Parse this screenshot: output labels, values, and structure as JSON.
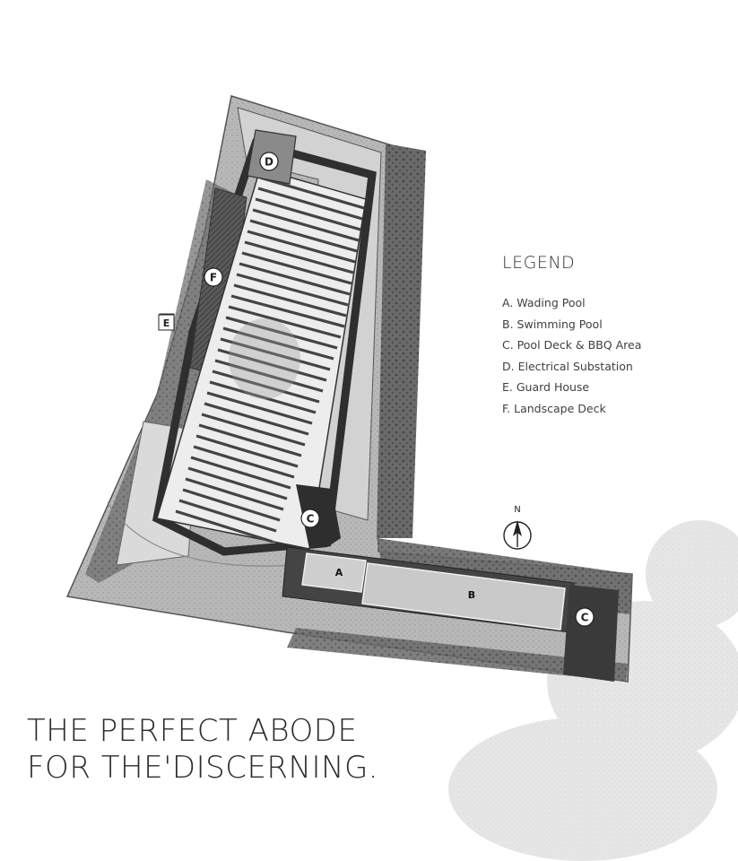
{
  "legend": {
    "title": "LEGEND",
    "items": [
      "A. Wading Pool",
      "B. Swimming Pool",
      "C. Pool Deck & BBQ Area",
      "D. Electrical Substation",
      "E. Guard House",
      "F. Landscape Deck"
    ]
  },
  "markers": {
    "a": "A",
    "b": "B",
    "c": "C",
    "d": "D",
    "e": "E",
    "f": "F"
  },
  "compass": {
    "label": "N"
  },
  "headline": {
    "line1": "THE PERFECT ABODE",
    "line2": "FOR THE'DISCERNING."
  },
  "colors": {
    "ground": "#bdbdbd",
    "path": "#d9d9d9",
    "dark": "#3a3a3a",
    "tree": "#4a4a4a",
    "pool": "#cfcfcf"
  }
}
